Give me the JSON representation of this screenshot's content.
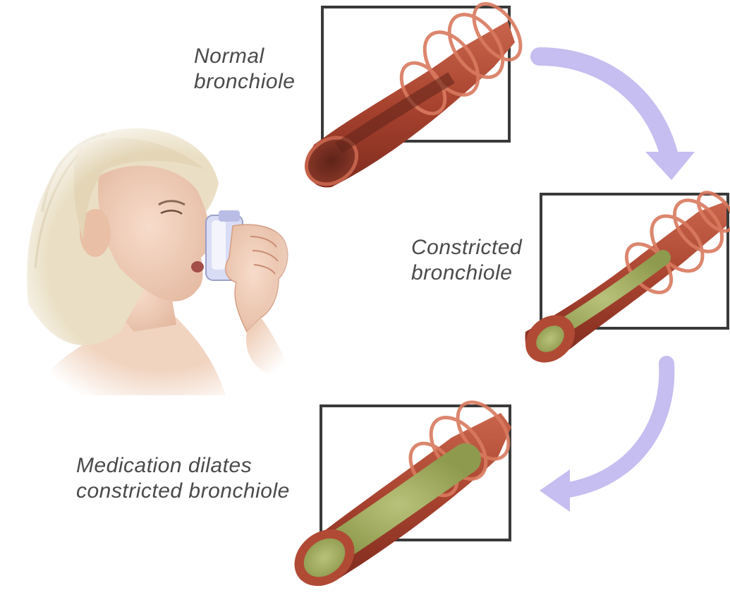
{
  "labels": {
    "normal": [
      "Normal",
      "bronchiole"
    ],
    "constricted": [
      "Constricted",
      "bronchiole"
    ],
    "medication": [
      "Medication dilates",
      "constricted bronchiole"
    ]
  },
  "colors": {
    "box_border": "#3a3a3a",
    "airway_wall": "#b8533e",
    "airway_dark": "#7f2b1f",
    "mucus": "#a9b266",
    "arrow": "#c6bdf0",
    "skin": "#f0cdb6",
    "hair": "#e9dcc0",
    "inhaler": "#d9dcf5"
  },
  "icons": [
    "woman-using-inhaler-illustration",
    "bronchiole-cross-section",
    "cycle-arrow-icon"
  ]
}
